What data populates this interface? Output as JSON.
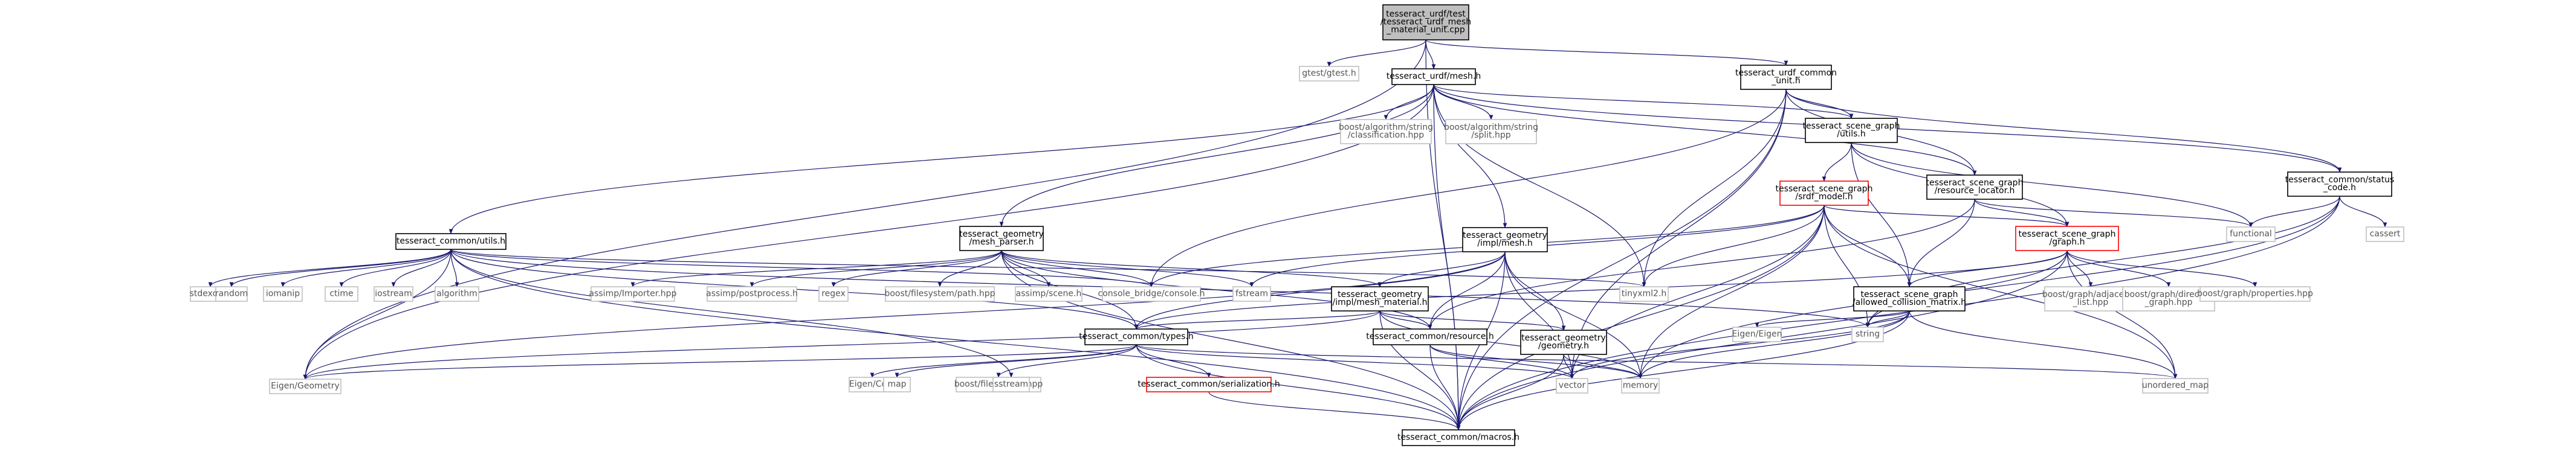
{
  "graph": {
    "title": "tesseract_urdf/test/tesseract_urdf_mesh_material_unit.cpp",
    "nodes": [
      {
        "id": "root",
        "lines": [
          "tesseract_urdf/test",
          "/tesseract_urdf_mesh",
          "_material_unit.cpp"
        ],
        "kind": "root"
      },
      {
        "id": "gtest",
        "lines": [
          "gtest/gtest.h"
        ],
        "kind": "plain"
      },
      {
        "id": "urdf_mesh",
        "lines": [
          "tesseract_urdf/mesh.h"
        ],
        "kind": "normal"
      },
      {
        "id": "urdf_common",
        "lines": [
          "tesseract_urdf_common",
          "_unit.h"
        ],
        "kind": "normal"
      },
      {
        "id": "boost_classification",
        "lines": [
          "boost/algorithm/string",
          "/classification.hpp"
        ],
        "kind": "plain"
      },
      {
        "id": "boost_split",
        "lines": [
          "boost/algorithm/string",
          "/split.hpp"
        ],
        "kind": "plain"
      },
      {
        "id": "scene_graph_utils",
        "lines": [
          "tesseract_scene_graph",
          "/utils.h"
        ],
        "kind": "normal"
      },
      {
        "id": "srdf_model",
        "lines": [
          "tesseract_scene_graph",
          "/srdf_model.h"
        ],
        "kind": "red"
      },
      {
        "id": "resource_locator",
        "lines": [
          "tesseract_scene_graph",
          "/resource_locator.h"
        ],
        "kind": "normal"
      },
      {
        "id": "status_code",
        "lines": [
          "tesseract_common/status",
          "_code.h"
        ],
        "kind": "normal"
      },
      {
        "id": "functional",
        "lines": [
          "functional"
        ],
        "kind": "plain"
      },
      {
        "id": "cassert",
        "lines": [
          "cassert"
        ],
        "kind": "plain"
      },
      {
        "id": "common_utils",
        "lines": [
          "tesseract_common/utils.h"
        ],
        "kind": "normal"
      },
      {
        "id": "mesh_parser",
        "lines": [
          "tesseract_geometry",
          "/mesh_parser.h"
        ],
        "kind": "normal"
      },
      {
        "id": "impl_mesh",
        "lines": [
          "tesseract_geometry",
          "/impl/mesh.h"
        ],
        "kind": "normal"
      },
      {
        "id": "scene_graph_graph",
        "lines": [
          "tesseract_scene_graph",
          "/graph.h"
        ],
        "kind": "red"
      },
      {
        "id": "sidexcept",
        "lines": [
          "stdexcept"
        ],
        "kind": "plain"
      },
      {
        "id": "random",
        "lines": [
          "random"
        ],
        "kind": "plain"
      },
      {
        "id": "iomanip",
        "lines": [
          "iomanip"
        ],
        "kind": "plain"
      },
      {
        "id": "ctime",
        "lines": [
          "ctime"
        ],
        "kind": "plain"
      },
      {
        "id": "iostream",
        "lines": [
          "iostream"
        ],
        "kind": "plain"
      },
      {
        "id": "algorithm",
        "lines": [
          "algorithm"
        ],
        "kind": "plain"
      },
      {
        "id": "assimp_importer",
        "lines": [
          "assimp/Importer.hpp"
        ],
        "kind": "plain"
      },
      {
        "id": "assimp_postprocess",
        "lines": [
          "assimp/postprocess.h"
        ],
        "kind": "plain"
      },
      {
        "id": "regex",
        "lines": [
          "regex"
        ],
        "kind": "plain"
      },
      {
        "id": "boost_filesystem_path",
        "lines": [
          "boost/filesystem/path.hpp"
        ],
        "kind": "plain"
      },
      {
        "id": "assimp_scene",
        "lines": [
          "assimp/scene.h"
        ],
        "kind": "plain"
      },
      {
        "id": "console_bridge",
        "lines": [
          "console_bridge/console.h"
        ],
        "kind": "plain"
      },
      {
        "id": "fstream",
        "lines": [
          "fstream"
        ],
        "kind": "plain"
      },
      {
        "id": "tinyxml2",
        "lines": [
          "tinyxml2.h"
        ],
        "kind": "plain"
      },
      {
        "id": "allowed_collision",
        "lines": [
          "tesseract_scene_graph",
          "/allowed_collision_matrix.h"
        ],
        "kind": "normal"
      },
      {
        "id": "boost_adjacency",
        "lines": [
          "boost/graph/adjacency",
          "_list.hpp"
        ],
        "kind": "plain"
      },
      {
        "id": "boost_directed",
        "lines": [
          "boost/graph/directed",
          "_graph.hpp"
        ],
        "kind": "plain"
      },
      {
        "id": "boost_properties",
        "lines": [
          "boost/graph/properties.hpp"
        ],
        "kind": "plain"
      },
      {
        "id": "mesh_material",
        "lines": [
          "tesseract_geometry",
          "/impl/mesh_material.h"
        ],
        "kind": "normal"
      },
      {
        "id": "string",
        "lines": [
          "string"
        ],
        "kind": "plain"
      },
      {
        "id": "common_types",
        "lines": [
          "tesseract_common/types.h"
        ],
        "kind": "normal"
      },
      {
        "id": "common_resource",
        "lines": [
          "tesseract_common/resource.h"
        ],
        "kind": "normal"
      },
      {
        "id": "geometry_h",
        "lines": [
          "tesseract_geometry",
          "/geometry.h"
        ],
        "kind": "normal"
      },
      {
        "id": "eigen_eigen",
        "lines": [
          "Eigen/Eigen"
        ],
        "kind": "plain"
      },
      {
        "id": "eigen_geometry",
        "lines": [
          "Eigen/Geometry"
        ],
        "kind": "plain"
      },
      {
        "id": "eigen_core",
        "lines": [
          "Eigen/Core"
        ],
        "kind": "plain"
      },
      {
        "id": "map",
        "lines": [
          "map"
        ],
        "kind": "plain"
      },
      {
        "id": "boost_filesystem",
        "lines": [
          "boost/filesystem.hpp"
        ],
        "kind": "plain"
      },
      {
        "id": "sstream",
        "lines": [
          "sstream"
        ],
        "kind": "plain"
      },
      {
        "id": "serialization",
        "lines": [
          "tesseract_common/serialization.h"
        ],
        "kind": "red"
      },
      {
        "id": "vector",
        "lines": [
          "vector"
        ],
        "kind": "plain"
      },
      {
        "id": "memory",
        "lines": [
          "memory"
        ],
        "kind": "plain"
      },
      {
        "id": "unordered_map",
        "lines": [
          "unordered_map"
        ],
        "kind": "plain"
      },
      {
        "id": "common_macros",
        "lines": [
          "tesseract_common/macros.h"
        ],
        "kind": "normal"
      }
    ],
    "edges": [
      [
        "root",
        "gtest"
      ],
      [
        "root",
        "urdf_mesh"
      ],
      [
        "root",
        "urdf_common"
      ],
      [
        "root",
        "eigen_geometry"
      ],
      [
        "root",
        "common_macros"
      ],
      [
        "urdf_mesh",
        "boost_classification"
      ],
      [
        "urdf_mesh",
        "boost_split"
      ],
      [
        "urdf_mesh",
        "scene_graph_utils"
      ],
      [
        "urdf_mesh",
        "resource_locator"
      ],
      [
        "urdf_mesh",
        "status_code"
      ],
      [
        "urdf_mesh",
        "common_utils"
      ],
      [
        "urdf_mesh",
        "mesh_parser"
      ],
      [
        "urdf_mesh",
        "impl_mesh"
      ],
      [
        "urdf_mesh",
        "tinyxml2"
      ],
      [
        "urdf_mesh",
        "eigen_geometry"
      ],
      [
        "urdf_mesh",
        "common_macros"
      ],
      [
        "urdf_common",
        "scene_graph_utils"
      ],
      [
        "urdf_common",
        "resource_locator"
      ],
      [
        "urdf_common",
        "status_code"
      ],
      [
        "urdf_common",
        "tinyxml2"
      ],
      [
        "urdf_common",
        "console_bridge"
      ],
      [
        "urdf_common",
        "vector"
      ],
      [
        "urdf_common",
        "common_macros"
      ],
      [
        "scene_graph_utils",
        "srdf_model"
      ],
      [
        "scene_graph_utils",
        "scene_graph_graph"
      ],
      [
        "scene_graph_utils",
        "functional"
      ],
      [
        "scene_graph_utils",
        "allowed_collision"
      ],
      [
        "resource_locator",
        "scene_graph_graph"
      ],
      [
        "resource_locator",
        "allowed_collision"
      ],
      [
        "resource_locator",
        "functional"
      ],
      [
        "resource_locator",
        "common_resource"
      ],
      [
        "srdf_model",
        "scene_graph_graph"
      ],
      [
        "srdf_model",
        "allowed_collision"
      ],
      [
        "srdf_model",
        "tinyxml2"
      ],
      [
        "srdf_model",
        "console_bridge"
      ],
      [
        "srdf_model",
        "fstream"
      ],
      [
        "srdf_model",
        "string"
      ],
      [
        "srdf_model",
        "vector"
      ],
      [
        "srdf_model",
        "memory"
      ],
      [
        "srdf_model",
        "unordered_map"
      ],
      [
        "srdf_model",
        "common_macros"
      ],
      [
        "status_code",
        "functional"
      ],
      [
        "status_code",
        "cassert"
      ],
      [
        "status_code",
        "string"
      ],
      [
        "status_code",
        "memory"
      ],
      [
        "status_code",
        "common_macros"
      ],
      [
        "scene_graph_graph",
        "allowed_collision"
      ],
      [
        "scene_graph_graph",
        "boost_adjacency"
      ],
      [
        "scene_graph_graph",
        "boost_directed"
      ],
      [
        "scene_graph_graph",
        "boost_properties"
      ],
      [
        "scene_graph_graph",
        "string"
      ],
      [
        "scene_graph_graph",
        "unordered_map"
      ],
      [
        "scene_graph_graph",
        "common_types"
      ],
      [
        "scene_graph_graph",
        "common_macros"
      ],
      [
        "allowed_collision",
        "eigen_eigen"
      ],
      [
        "allowed_collision",
        "string"
      ],
      [
        "allowed_collision",
        "vector"
      ],
      [
        "allowed_collision",
        "memory"
      ],
      [
        "allowed_collision",
        "unordered_map"
      ],
      [
        "allowed_collision",
        "common_macros"
      ],
      [
        "common_utils",
        "sidexcept"
      ],
      [
        "common_utils",
        "random"
      ],
      [
        "common_utils",
        "iomanip"
      ],
      [
        "common_utils",
        "ctime"
      ],
      [
        "common_utils",
        "iostream"
      ],
      [
        "common_utils",
        "algorithm"
      ],
      [
        "common_utils",
        "console_bridge"
      ],
      [
        "common_utils",
        "tinyxml2"
      ],
      [
        "common_utils",
        "common_types"
      ],
      [
        "common_utils",
        "eigen_geometry"
      ],
      [
        "common_utils",
        "sstream"
      ],
      [
        "common_utils",
        "string"
      ],
      [
        "common_utils",
        "common_macros"
      ],
      [
        "mesh_parser",
        "assimp_importer"
      ],
      [
        "mesh_parser",
        "assimp_postprocess"
      ],
      [
        "mesh_parser",
        "regex"
      ],
      [
        "mesh_parser",
        "boost_filesystem_path"
      ],
      [
        "mesh_parser",
        "assimp_scene"
      ],
      [
        "mesh_parser",
        "console_bridge"
      ],
      [
        "mesh_parser",
        "fstream"
      ],
      [
        "mesh_parser",
        "mesh_material"
      ],
      [
        "mesh_parser",
        "common_types"
      ],
      [
        "mesh_parser",
        "common_resource"
      ],
      [
        "mesh_parser",
        "common_macros"
      ],
      [
        "impl_mesh",
        "mesh_material"
      ],
      [
        "impl_mesh",
        "geometry_h"
      ],
      [
        "impl_mesh",
        "common_types"
      ],
      [
        "impl_mesh",
        "common_resource"
      ],
      [
        "impl_mesh",
        "eigen_geometry"
      ],
      [
        "impl_mesh",
        "memory"
      ],
      [
        "impl_mesh",
        "vector"
      ],
      [
        "impl_mesh",
        "common_macros"
      ],
      [
        "mesh_material",
        "common_types"
      ],
      [
        "mesh_material",
        "common_resource"
      ],
      [
        "mesh_material",
        "geometry_h"
      ],
      [
        "mesh_material",
        "eigen_geometry"
      ],
      [
        "mesh_material",
        "memory"
      ],
      [
        "mesh_material",
        "common_macros"
      ],
      [
        "common_types",
        "eigen_geometry"
      ],
      [
        "common_types",
        "eigen_core"
      ],
      [
        "common_types",
        "map"
      ],
      [
        "common_types",
        "boost_filesystem"
      ],
      [
        "common_types",
        "serialization"
      ],
      [
        "common_types",
        "vector"
      ],
      [
        "common_types",
        "unordered_map"
      ],
      [
        "common_types",
        "common_macros"
      ],
      [
        "common_resource",
        "vector"
      ],
      [
        "common_resource",
        "memory"
      ],
      [
        "common_resource",
        "common_macros"
      ],
      [
        "geometry_h",
        "vector"
      ],
      [
        "geometry_h",
        "memory"
      ],
      [
        "geometry_h",
        "common_macros"
      ],
      [
        "serialization",
        "common_macros"
      ]
    ]
  }
}
